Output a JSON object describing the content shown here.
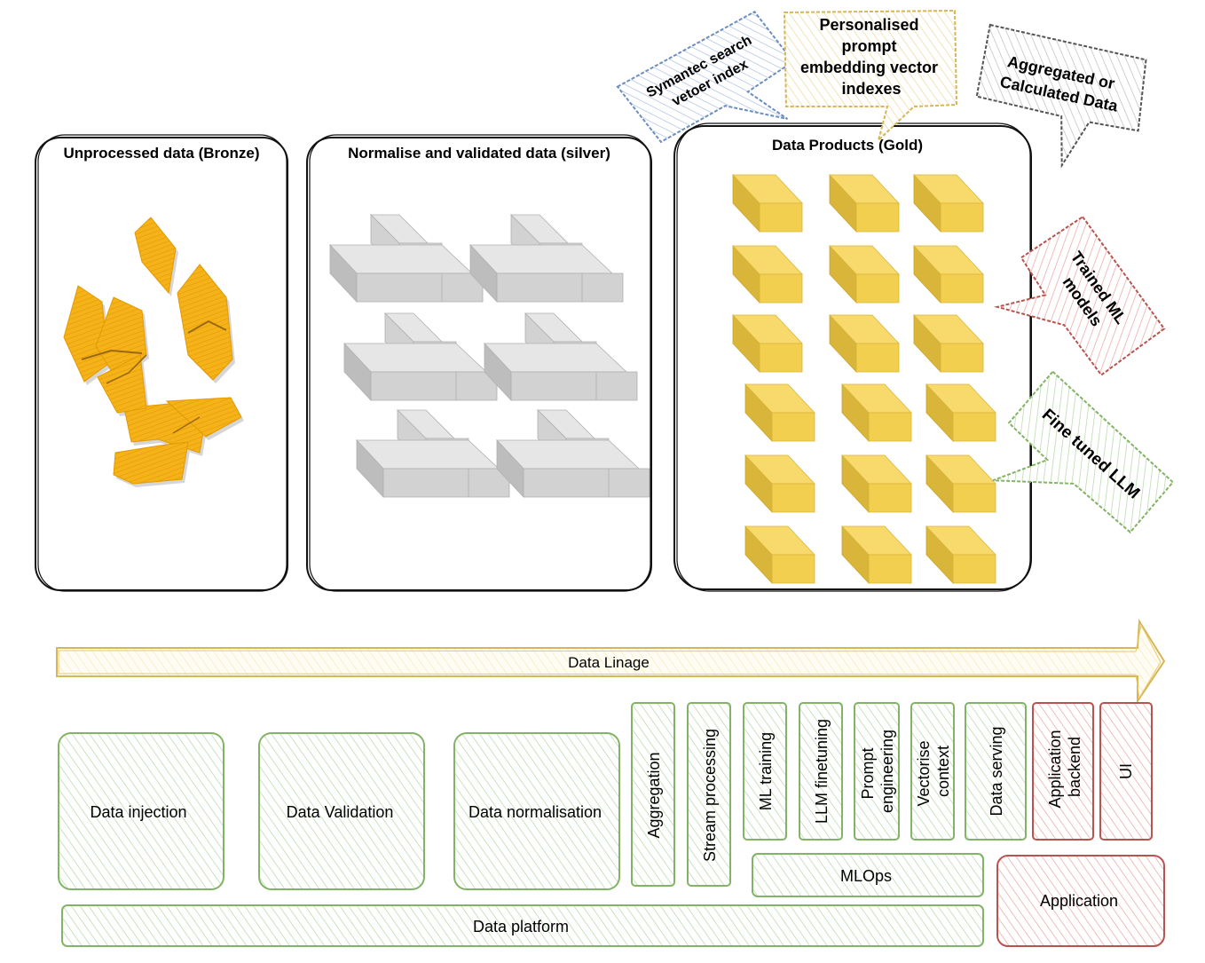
{
  "layers": {
    "bronze_title": "Unprocessed data  (Bronze)",
    "silver_title": "Normalise and validated data (silver)",
    "gold_title": "Data Products (Gold)"
  },
  "callouts": {
    "semantic": [
      "Symantec search",
      "vetoer index"
    ],
    "personalised": [
      "Personalised",
      "prompt",
      "embedding  vector",
      "indexes"
    ],
    "aggregated": [
      "Aggregated or",
      "Calculated Data"
    ],
    "trained": [
      "Trained ML",
      "models"
    ],
    "finetuned": [
      "Fine tuned LLM"
    ]
  },
  "lineage": {
    "label": "Data Linage"
  },
  "stack": {
    "injection": "Data injection",
    "validation": "Data Validation",
    "normalisation": "Data normalisation",
    "aggregation": "Aggregation",
    "stream": "Stream processing",
    "ml_training": "ML training",
    "llm_finetuning": "LLM finetuning",
    "prompt": [
      "Prompt",
      "engineering"
    ],
    "vectorise": [
      "Vectorise",
      "context"
    ],
    "serving": "Data serving",
    "app_backend": [
      "Application",
      "backend"
    ],
    "ui": "UI",
    "mlops": "MLOps",
    "platform": "Data platform",
    "application": "Application"
  },
  "colors": {
    "green": "#82b366",
    "green_fill": "#d5e8d4",
    "red": "#b85450",
    "red_fill": "#f8cecc",
    "yellow": "#d6b656",
    "yellow_fill": "#fff2cc",
    "blue": "#6c8ebf",
    "gray": "#666666",
    "bronze": "#f0a30a",
    "gold": "#f5d35a",
    "silver": "#d8d8d8"
  }
}
